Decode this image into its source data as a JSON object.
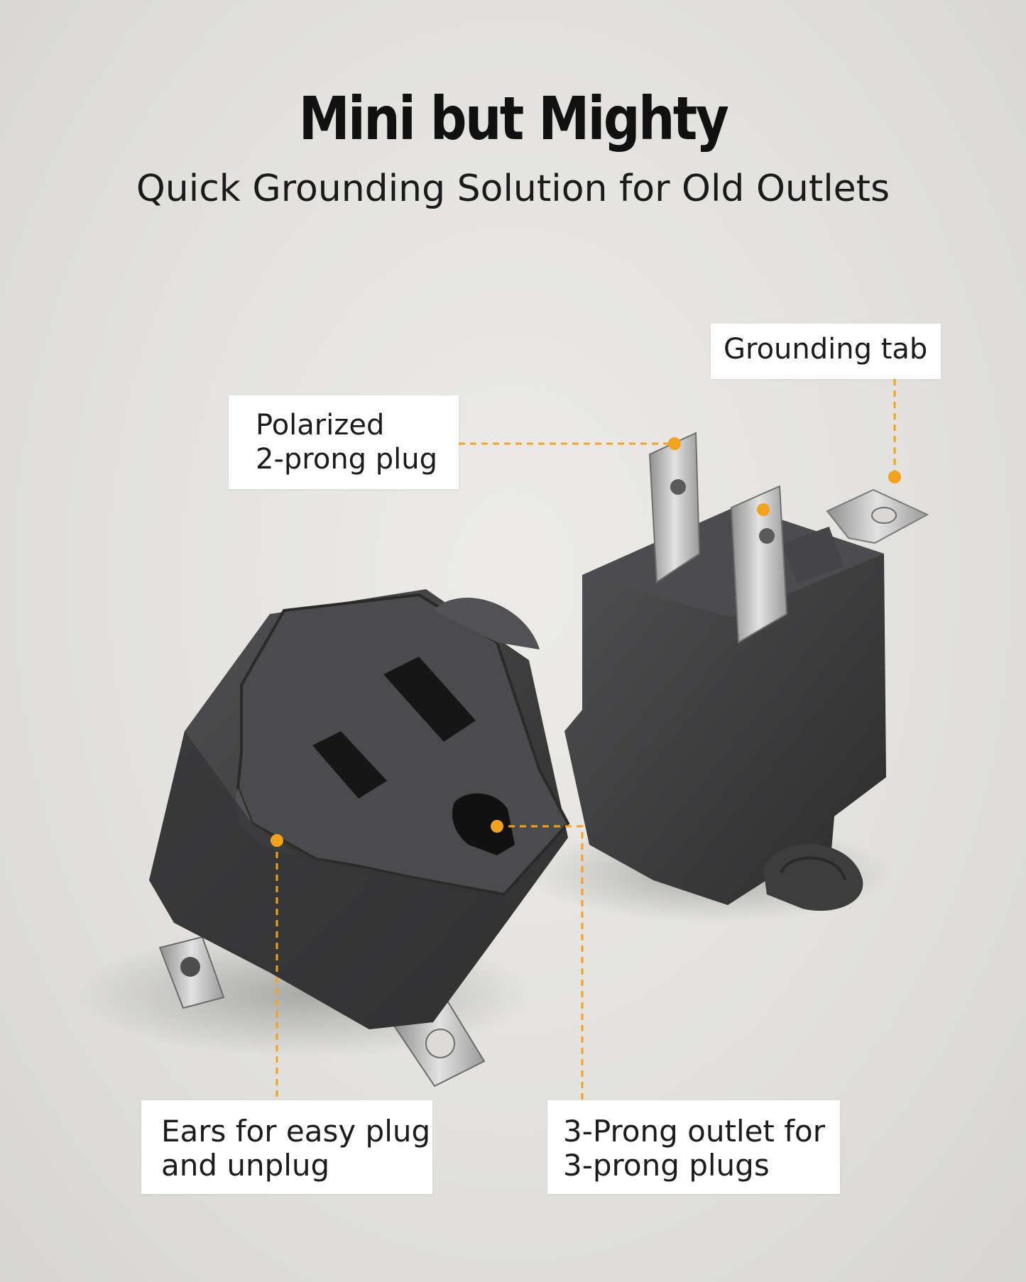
{
  "header": {
    "title": "Mini but Mighty",
    "subtitle": "Quick Grounding Solution for Old Outlets"
  },
  "callouts": {
    "grounding_tab": {
      "line1": "Grounding tab"
    },
    "polarized": {
      "line1": "Polarized",
      "line2": "2-prong plug"
    },
    "ears": {
      "line1": "Ears for easy plug",
      "line2": "and unplug"
    },
    "three_prong": {
      "line1": "3-Prong outlet for",
      "line2": "3-prong plugs"
    }
  },
  "colors": {
    "accent": "#f2a21c",
    "adapter_body": "#3a3a3b",
    "adapter_face": "#4a4a4c",
    "metal": "#c9c9c9",
    "background": "#e4e3e0"
  }
}
